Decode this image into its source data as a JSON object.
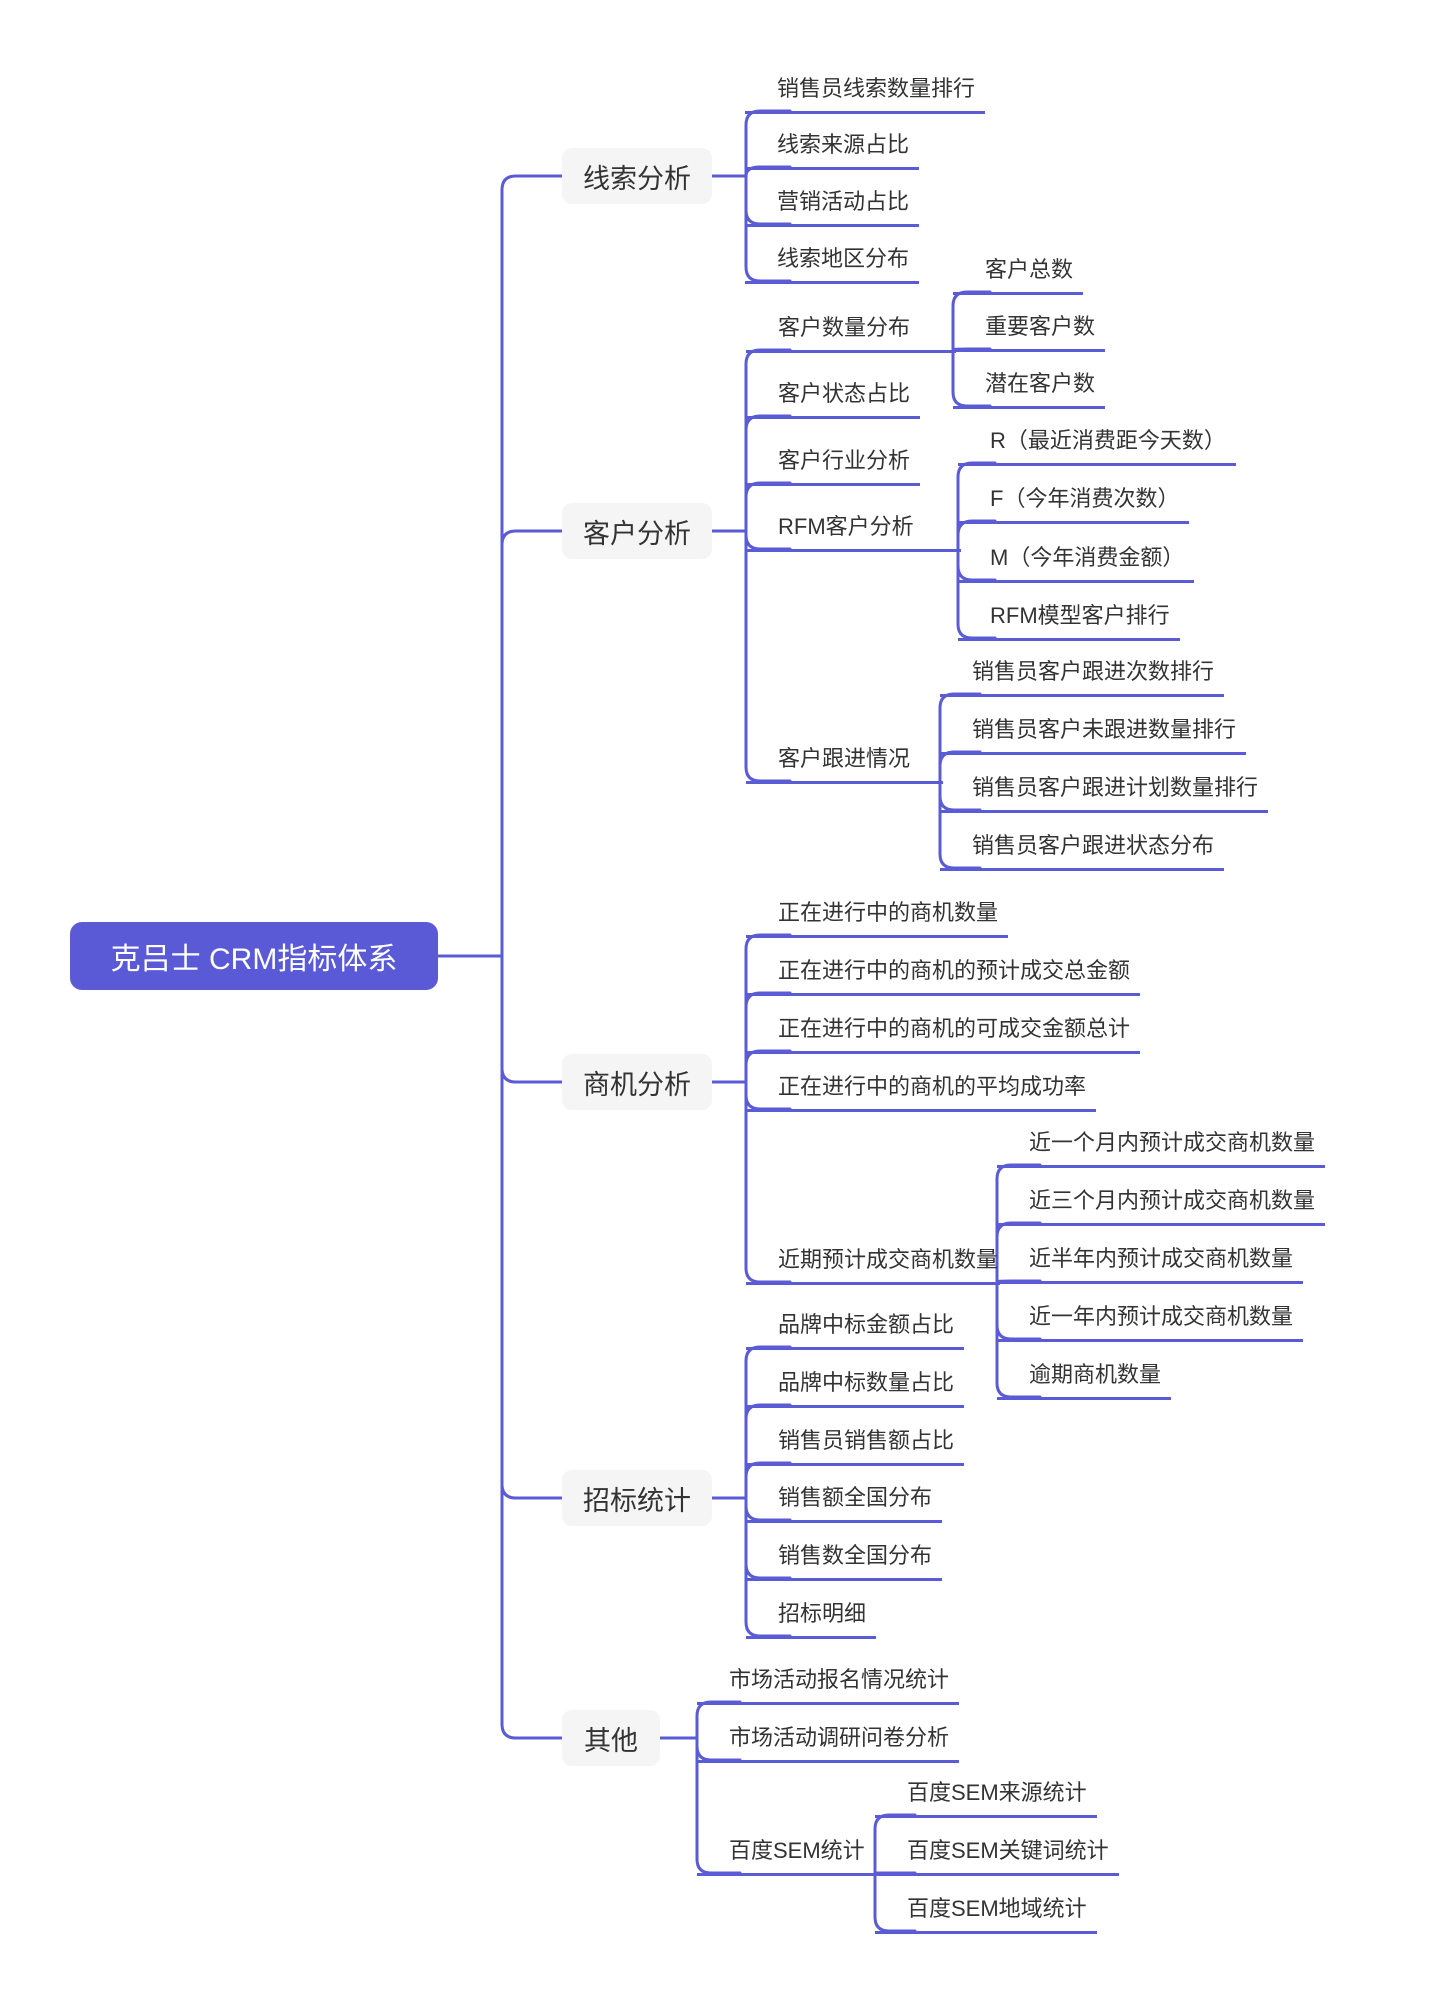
{
  "tree": {
    "root": {
      "label": "克吕士 CRM指标体系"
    },
    "branches": [
      {
        "label": "线索分析",
        "children": [
          {
            "label": "销售员线索数量排行"
          },
          {
            "label": "线索来源占比"
          },
          {
            "label": "营销活动占比"
          },
          {
            "label": "线索地区分布"
          }
        ]
      },
      {
        "label": "客户分析",
        "children": [
          {
            "label": "客户数量分布",
            "children": [
              {
                "label": "客户总数"
              },
              {
                "label": "重要客户数"
              },
              {
                "label": "潜在客户数"
              }
            ]
          },
          {
            "label": "客户状态占比"
          },
          {
            "label": "客户行业分析"
          },
          {
            "label": "RFM客户分析",
            "children": [
              {
                "label": "R（最近消费距今天数）"
              },
              {
                "label": "F（今年消费次数）"
              },
              {
                "label": "M（今年消费金额）"
              },
              {
                "label": "RFM模型客户排行"
              }
            ]
          },
          {
            "label": "客户跟进情况",
            "children": [
              {
                "label": "销售员客户跟进次数排行"
              },
              {
                "label": "销售员客户未跟进数量排行"
              },
              {
                "label": "销售员客户跟进计划数量排行"
              },
              {
                "label": "销售员客户跟进状态分布"
              }
            ]
          }
        ]
      },
      {
        "label": "商机分析",
        "children": [
          {
            "label": "正在进行中的商机数量"
          },
          {
            "label": "正在进行中的商机的预计成交总金额"
          },
          {
            "label": "正在进行中的商机的可成交金额总计"
          },
          {
            "label": "正在进行中的商机的平均成功率"
          },
          {
            "label": "近期预计成交商机数量",
            "children": [
              {
                "label": "近一个月内预计成交商机数量"
              },
              {
                "label": "近三个月内预计成交商机数量"
              },
              {
                "label": "近半年内预计成交商机数量"
              },
              {
                "label": "近一年内预计成交商机数量"
              },
              {
                "label": "逾期商机数量"
              }
            ]
          }
        ]
      },
      {
        "label": "招标统计",
        "children": [
          {
            "label": "品牌中标金额占比"
          },
          {
            "label": "品牌中标数量占比"
          },
          {
            "label": "销售员销售额占比"
          },
          {
            "label": "销售额全国分布"
          },
          {
            "label": "销售数全国分布"
          },
          {
            "label": "招标明细"
          }
        ]
      },
      {
        "label": "其他",
        "children": [
          {
            "label": "市场活动报名情况统计"
          },
          {
            "label": "市场活动调研问卷分析"
          },
          {
            "label": "百度SEM统计",
            "children": [
              {
                "label": "百度SEM来源统计"
              },
              {
                "label": "百度SEM关键词统计"
              },
              {
                "label": "百度SEM地域统计"
              }
            ]
          }
        ]
      }
    ],
    "colors": {
      "accent": "#5B5AD6",
      "line": "#5B5BD6",
      "node_bg": "#F5F5F6",
      "text": "#333333",
      "root_text": "#FFFFFF",
      "canvas": "#FFFFFF"
    }
  }
}
